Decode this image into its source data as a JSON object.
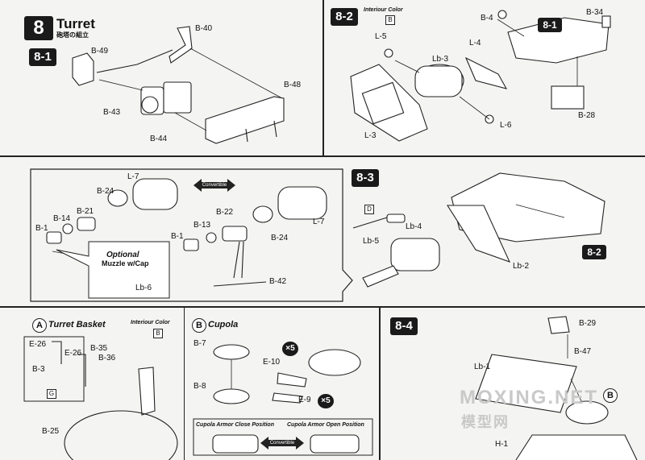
{
  "step": {
    "number": "8",
    "title": "Turret",
    "subtitle": "砲塔の組立"
  },
  "panels": {
    "p81": {
      "badge": "8-1",
      "labels": {
        "b40": "B-40",
        "b49": "B-49",
        "b43": "B-43",
        "b44": "B-44",
        "b48": "B-48"
      }
    },
    "p82": {
      "badge": "8-2",
      "interior": "Interiour Color",
      "color_code": "B",
      "labels": {
        "b4": "B-4",
        "b34": "B-34",
        "l5": "L-5",
        "l4": "L-4",
        "lb3": "Lb-3",
        "l6": "L-6",
        "l3": "L-3",
        "b28": "B-28"
      },
      "ref": "8-1"
    },
    "sub": {
      "convertible": "Convertible",
      "optional_title": "Optional",
      "optional_sub": "Muzzle w/Cap",
      "labels": {
        "l7a": "L-7",
        "b24a": "B-24",
        "b21": "B-21",
        "b14": "B-14",
        "b1a": "B-1",
        "b22": "B-22",
        "b13": "B-13",
        "b1b": "B-1",
        "b24b": "B-24",
        "l7b": "L-7",
        "b42": "B-42",
        "lb6": "Lb-6"
      }
    },
    "p83": {
      "badge": "8-3",
      "color_code": "D",
      "labels": {
        "lb4": "Lb-4",
        "lb5": "Lb-5",
        "lb2": "Lb-2"
      },
      "ref": "8-2"
    },
    "basket": {
      "letter": "A",
      "title": "Turret Basket",
      "interior": "Interiour Color",
      "color_code": "B",
      "color_code2": "G",
      "labels": {
        "e26a": "E-26",
        "e26b": "E-26",
        "b35": "B-35",
        "b36": "B-36",
        "b3": "B-3",
        "b25": "B-25"
      }
    },
    "cupola": {
      "letter": "B",
      "title": "Cupola",
      "times": "×5",
      "labels": {
        "b7": "B-7",
        "b8": "B-8",
        "e10": "E-10",
        "e9": "E-9"
      },
      "close_pos": "Cupola Armor Close Position",
      "open_pos": "Cupola Armor Open Position",
      "convertible": "Convertible"
    },
    "p84": {
      "badge": "8-4",
      "ref": "B",
      "labels": {
        "b29": "B-29",
        "b47": "B-47",
        "lb1": "Lb-1",
        "h1": "H-1"
      }
    }
  },
  "watermark": {
    "latin": "MOXING.NET",
    "cjk": "模型网"
  }
}
